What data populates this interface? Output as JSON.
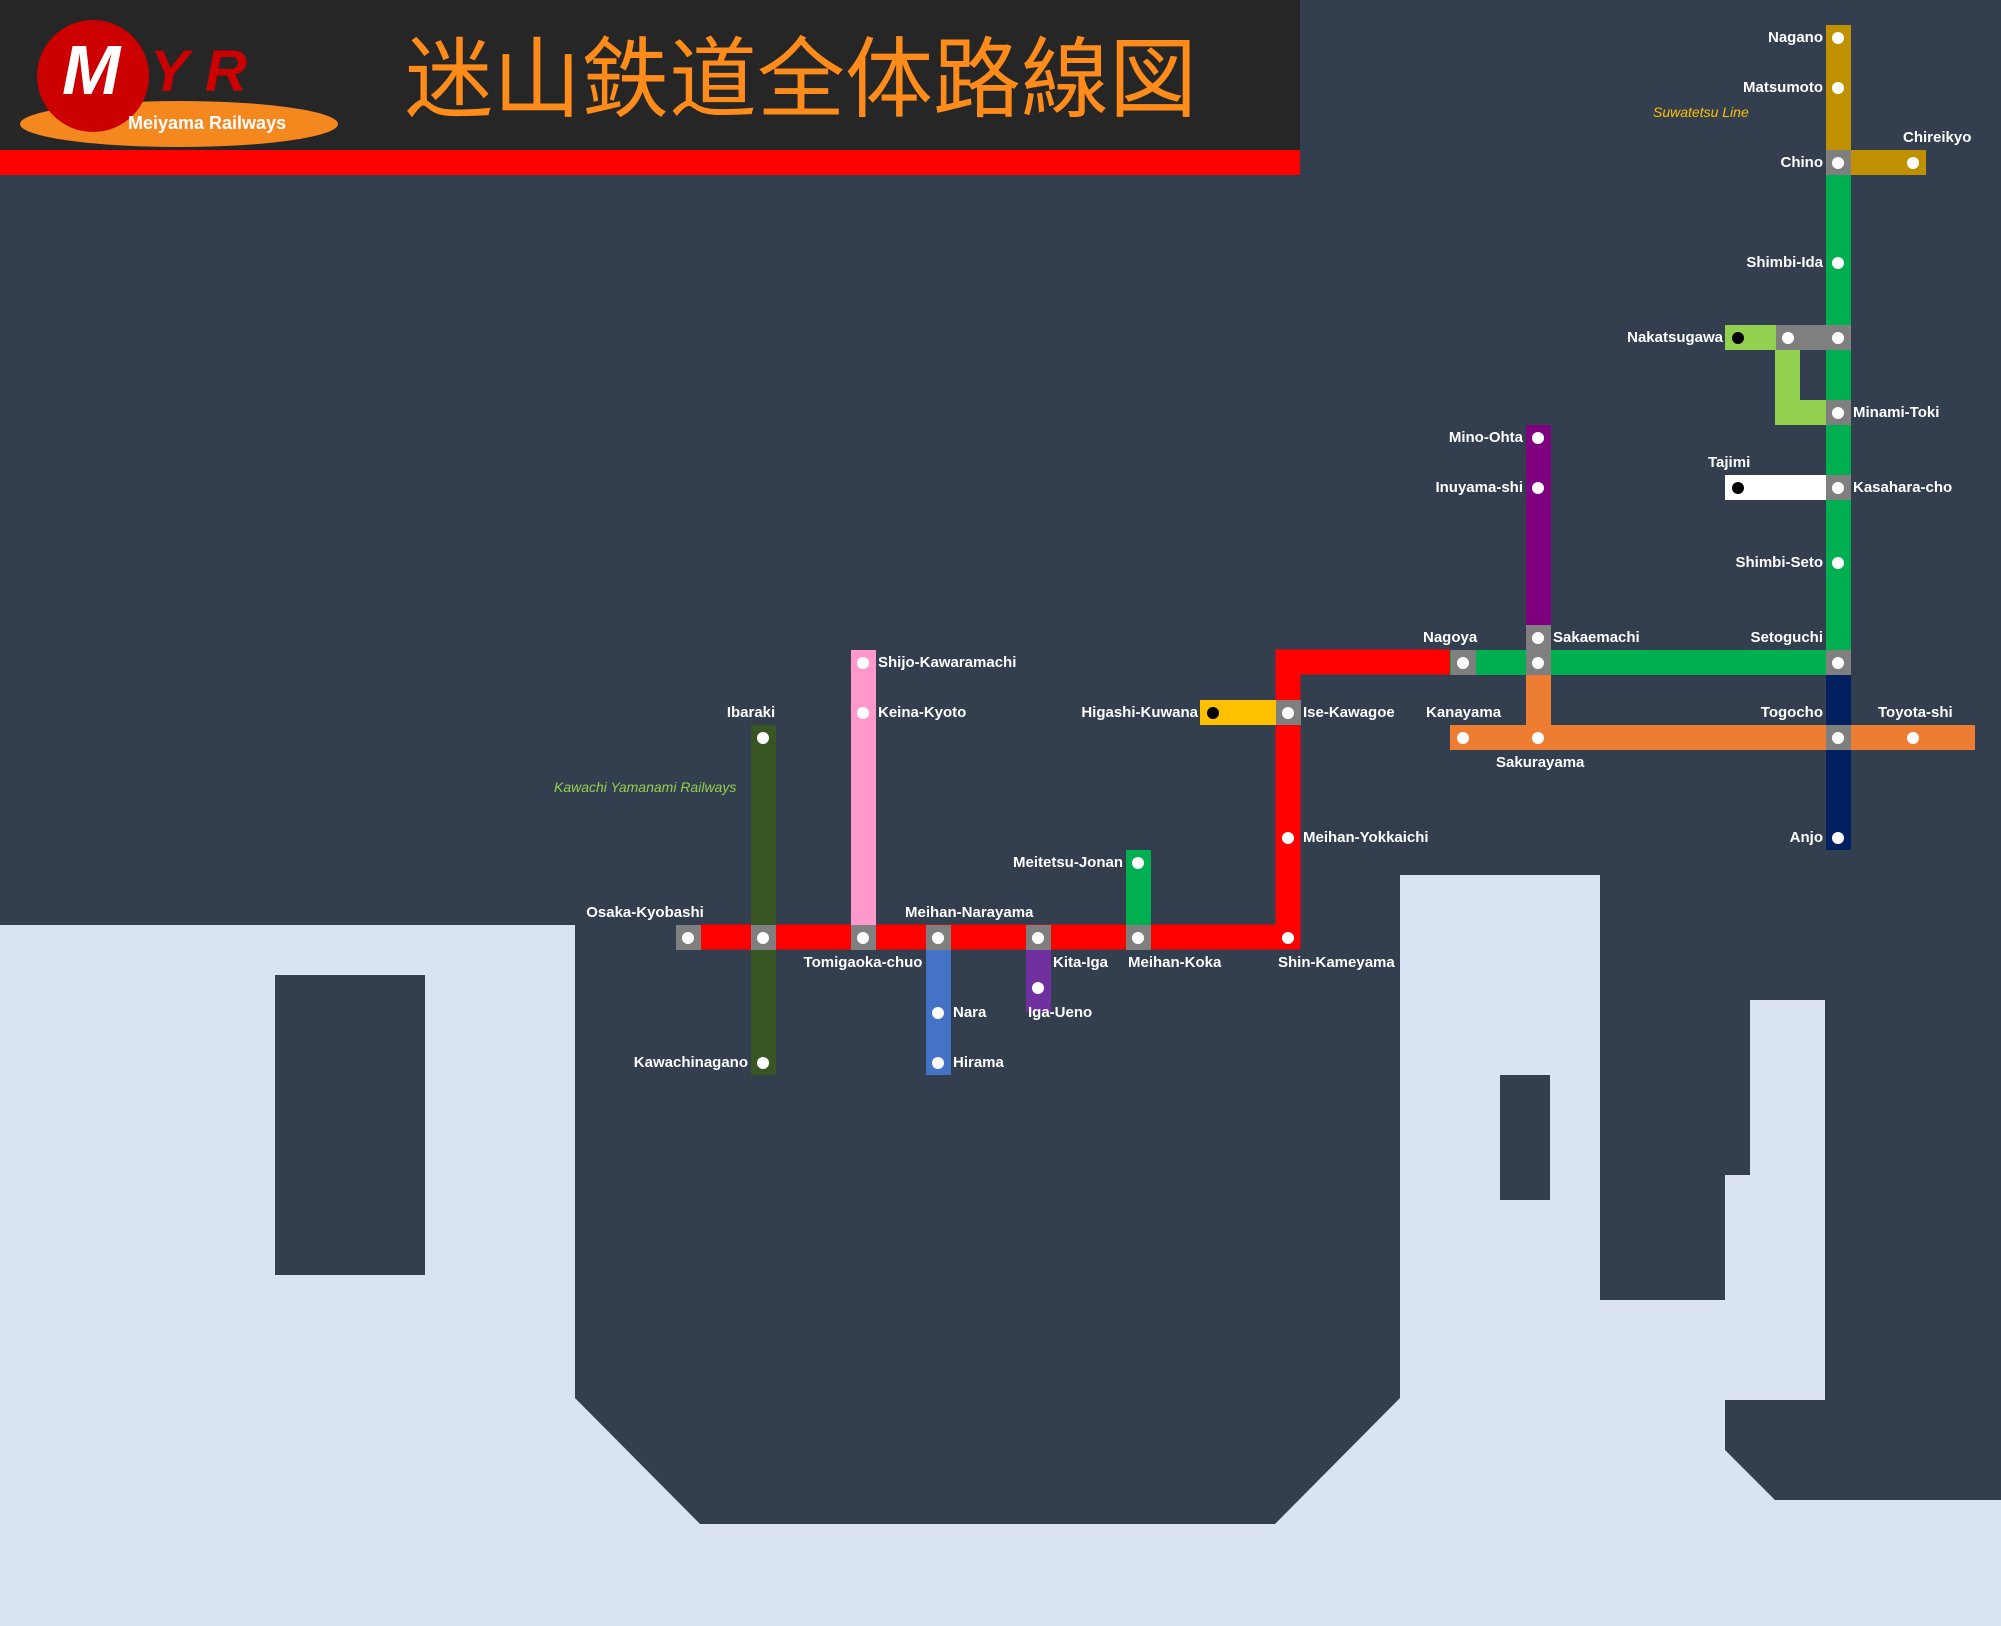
{
  "header": {
    "title": "迷山鉄道全体路線図",
    "logo": {
      "letter_m": "M",
      "letter_y": "Y",
      "letter_r": "R",
      "subtitle": "Meiyama Railways"
    }
  },
  "line_labels": {
    "suwatetsu": "Suwatetsu Line",
    "kawachi": "Kawachi Yamanami Railways"
  },
  "colors": {
    "background": "#333f4f",
    "land": "#dae3f3",
    "main_line": "#ff0000",
    "suwatetsu": "#bf9000",
    "green_line": "#00b050",
    "light_green": "#92d050",
    "white_branch": "#ffffff",
    "purple_line": "#7f007f",
    "orange_line": "#ed7d31",
    "navy_line": "#002060",
    "yellow_branch": "#ffc000",
    "pink_line": "#ff99cc",
    "dark_green_line": "#375623",
    "blue_line": "#4472c4",
    "violet_branch": "#7030a0",
    "meitetsu_green": "#00b050",
    "transfer": "#7f7f7f"
  },
  "stations": {
    "nagano": "Nagano",
    "matsumoto": "Matsumoto",
    "chino": "Chino",
    "chireikyo": "Chireikyo",
    "shimbi_ida": "Shimbi-Ida",
    "nakatsugawa": "Nakatsugawa",
    "minami_toki": "Minami-Toki",
    "tajimi": "Tajimi",
    "kasahara_cho": "Kasahara-cho",
    "shimbi_seto": "Shimbi-Seto",
    "setoguchi": "Setoguchi",
    "mino_ohta": "Mino-Ohta",
    "inuyama_shi": "Inuyama-shi",
    "nagoya": "Nagoya",
    "sakaemachi": "Sakaemachi",
    "kanayama": "Kanayama",
    "sakurayama": "Sakurayama",
    "togocho": "Togocho",
    "toyota_shi": "Toyota-shi",
    "anjo": "Anjo",
    "higashi_kuwana": "Higashi-Kuwana",
    "ise_kawagoe": "Ise-Kawagoe",
    "meihan_yokkaichi": "Meihan-Yokkaichi",
    "shin_kameyama": "Shin-Kameyama",
    "meitetsu_jonan": "Meitetsu-Jonan",
    "meihan_koka": "Meihan-Koka",
    "kita_iga": "Kita-Iga",
    "iga_ueno": "Iga-Ueno",
    "meihan_narayama": "Meihan-Narayama",
    "nara": "Nara",
    "hirama": "Hirama",
    "shijo_kawaramachi": "Shijo-Kawaramachi",
    "keina_kyoto": "Keina-Kyoto",
    "tomigaoka_chuo": "Tomigaoka-chuo",
    "ibaraki": "Ibaraki",
    "osaka_kyobashi": "Osaka-Kyobashi",
    "kawachinagano": "Kawachinagano"
  }
}
